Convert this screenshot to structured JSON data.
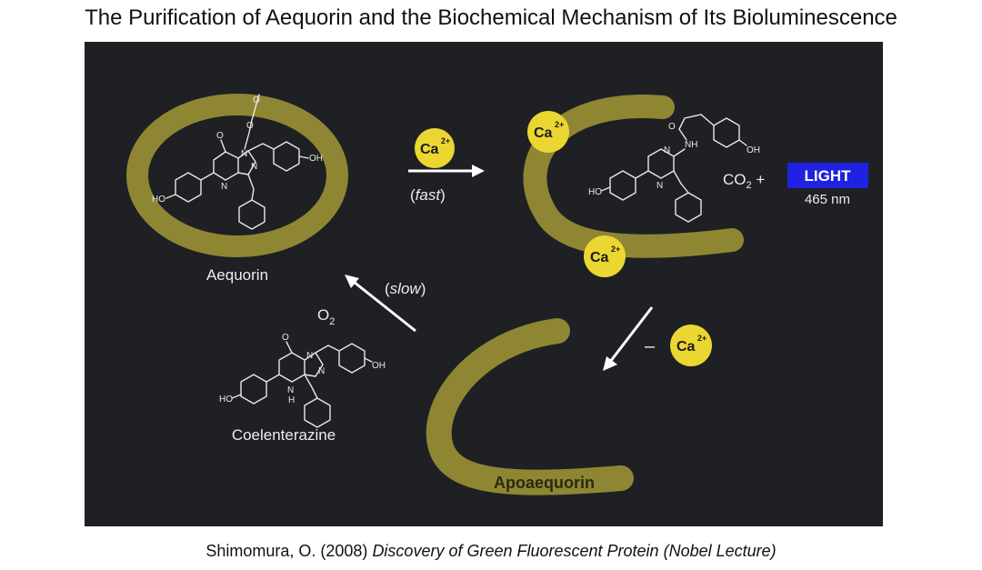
{
  "title": "The Purification of Aequorin and the Biochemical Mechanism of Its Bioluminescence",
  "citation": {
    "prefix": "Shimomura, O. (2008) ",
    "work": "Discovery of Green Fluorescent Protein (Nobel Lecture)"
  },
  "diagram": {
    "aequorin_label": "Aequorin",
    "apoaequorin_label": "Apoaequorin",
    "coelenterazine_label": "Coelenterazine",
    "o2_label": "O",
    "o2_sub": "2",
    "fast_open": "(",
    "fast_word": "fast",
    "fast_close": ")",
    "slow_open": "(",
    "slow_word": "slow",
    "slow_close": ")",
    "ca_text": "Ca",
    "ca_sup": "2+",
    "minus": "–",
    "co2": "CO",
    "co2_sub": "2",
    "plus": " +",
    "light_label": "LIGHT",
    "wavelength": "465 nm",
    "atoms": {
      "O": "O",
      "N": "N",
      "NH": "NH",
      "H": "H",
      "OH": "OH",
      "HO": "HO"
    }
  },
  "colors": {
    "panel_bg": "#1e2023",
    "protein": "#8e8633",
    "calcium": "#ecd631",
    "light_box": "#1f22e0"
  }
}
